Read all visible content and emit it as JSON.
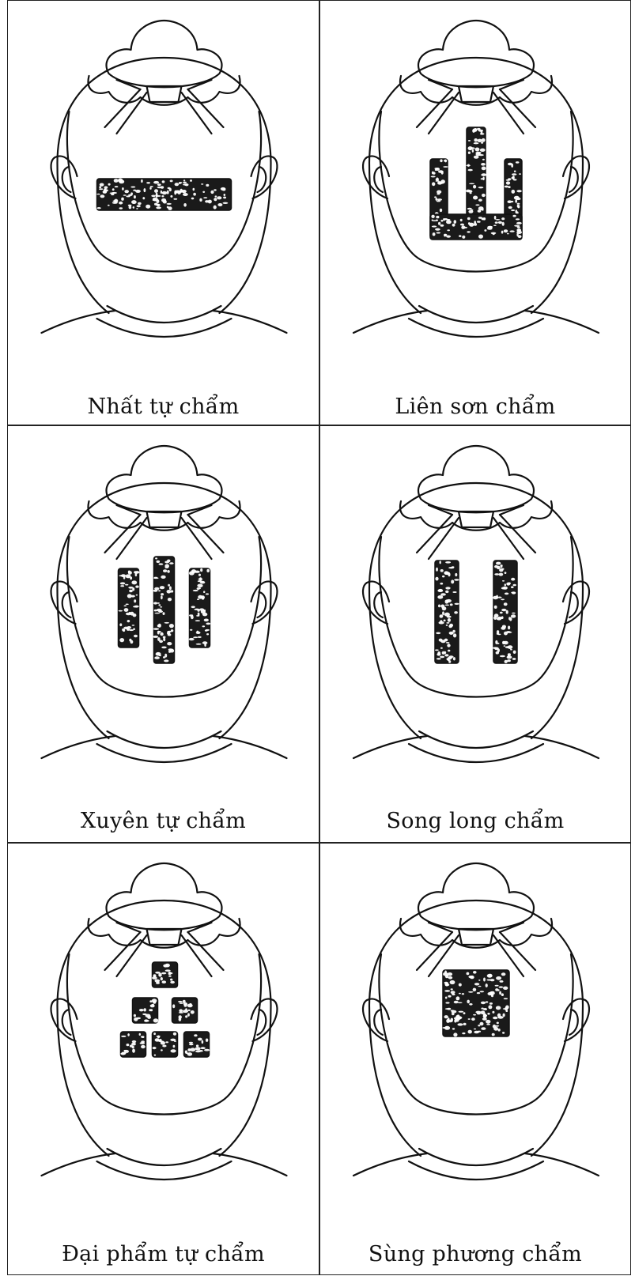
{
  "styles": [
    {
      "name": "Nhất tự chẩm",
      "pattern": "horizontal-bar"
    },
    {
      "name": "Liên sơn chẩm",
      "pattern": "mountain"
    },
    {
      "name": "Xuyên tự chẩm",
      "pattern": "three-bars"
    },
    {
      "name": "Song long chẩm",
      "pattern": "two-bars"
    },
    {
      "name": "Đại phẩm tự chẩm",
      "pattern": "pyramid"
    },
    {
      "name": "Sùng phương chẩm",
      "pattern": "square"
    }
  ],
  "colors": {
    "ink": "#111111",
    "hair": "#1a1a1a",
    "paper": "#ffffff"
  }
}
